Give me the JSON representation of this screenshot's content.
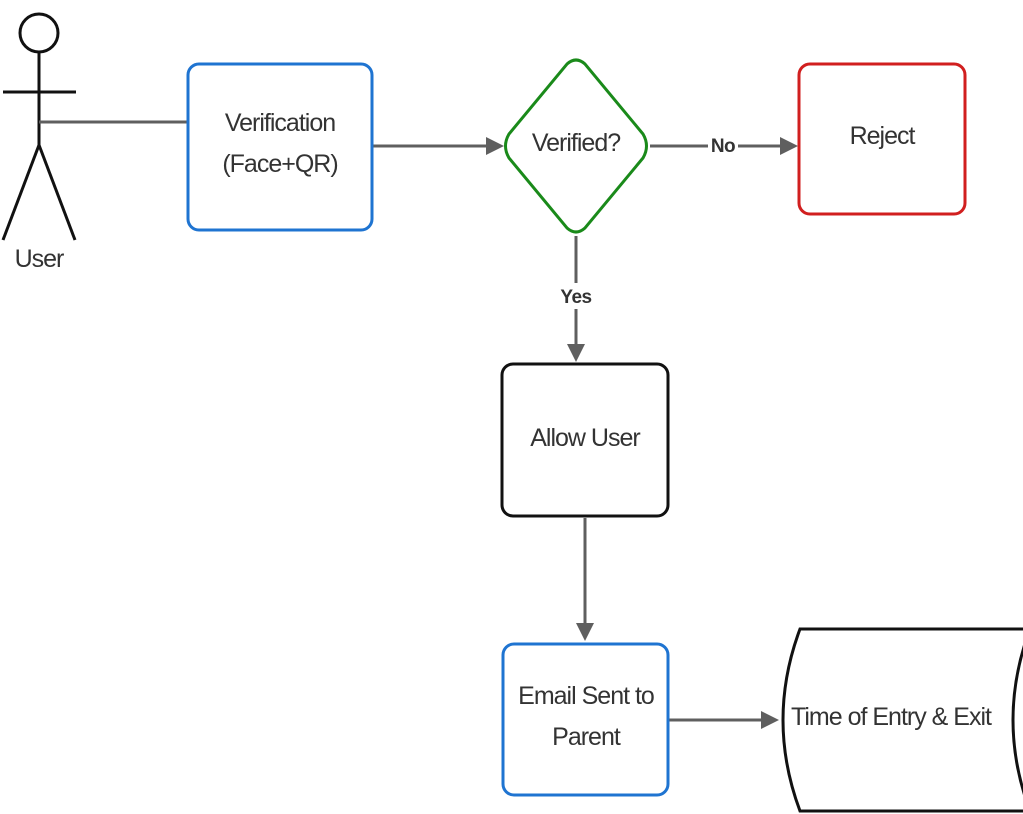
{
  "actor": {
    "label": "User"
  },
  "nodes": {
    "verification": {
      "line1": "Verification",
      "line2": "(Face+QR)",
      "border_color": "#1f74d1"
    },
    "decision": {
      "label": "Verified?",
      "border_color": "#1a8a1a"
    },
    "reject": {
      "label": "Reject",
      "border_color": "#d11f1f"
    },
    "allow": {
      "label": "Allow User",
      "border_color": "#111111"
    },
    "email": {
      "line1": "Email Sent to",
      "line2": "Parent",
      "border_color": "#1f74d1"
    },
    "storage": {
      "label": "Time of Entry & Exit",
      "border_color": "#111111"
    }
  },
  "edges": {
    "no_label": "No",
    "yes_label": "Yes",
    "connector_color": "#5f5f5f"
  }
}
